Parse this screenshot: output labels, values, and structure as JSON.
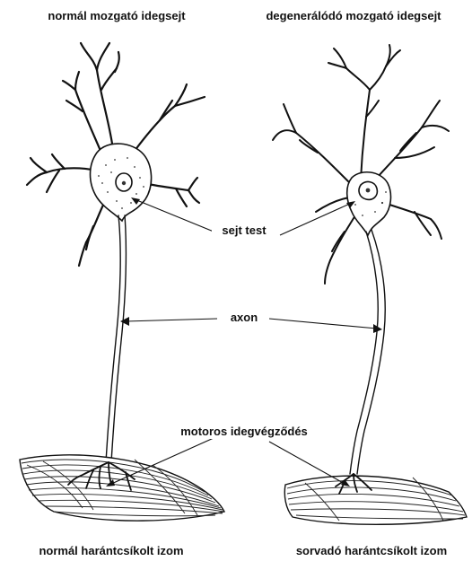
{
  "figure": {
    "title_left": "normál mozgató idegsejt",
    "title_right": "degenerálódó mozgató idegsejt",
    "label_cell_body": "sejt test",
    "label_axon": "axon",
    "label_nerve_ending": "motoros idegvégződés",
    "caption_left": "normál harántcsíkolt izom",
    "caption_right": "sorvadó harántcsíkolt izom"
  },
  "colors": {
    "ink": "#111111",
    "background": "#ffffff"
  }
}
